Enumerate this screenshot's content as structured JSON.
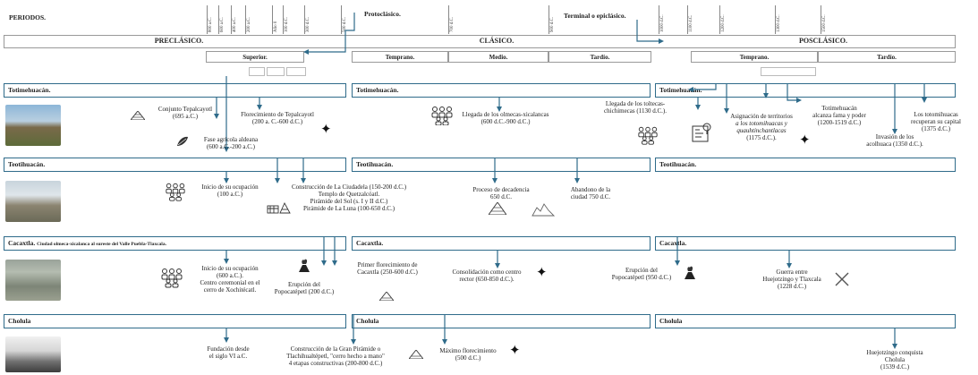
{
  "header": {
    "periodos": "PERIODOS.",
    "preclasico": "PRECLÁSICO.",
    "clasico": "CLÁSICO.",
    "posclasico": "POSCLÁSICO.",
    "superior": "Superior.",
    "temprano_cl": "Temprano.",
    "medio": "Medio.",
    "tardio_cl": "Tardío.",
    "temprano_pc": "Temprano.",
    "tardio_pc": "Tardío.",
    "protoclasico": "Protoclásico.",
    "terminal": "Terminal o epiclásico.",
    "years": [
      "800 a.C.",
      "600 a.C.",
      "400 a.C.",
      "200 a.C.",
      "Año 0",
      "100 d.C.",
      "300 d.C.",
      "500 d.C.",
      "700 d.C.",
      "900 d.C.",
      "1000 d.C.",
      "1100 d.C.",
      "1200 d.C.",
      "1300 d.C.",
      "1500 d.C."
    ]
  },
  "sections": [
    {
      "name": "Totimehuacán.",
      "detail": ""
    },
    {
      "name": "Teotihuacán.",
      "detail": ""
    },
    {
      "name": "Cacaxtla.",
      "detail": "Ciudad olmeca-xicalanca al sureste del Valle Puebla-Tlaxcala."
    },
    {
      "name": "Cholula",
      "detail": ""
    }
  ],
  "sub_headers": {
    "toti": "Totimehuacán.",
    "teoti": "Teotihuacán.",
    "caca": "Cacaxtla.",
    "cholula": "Cholula"
  },
  "events": {
    "toti": {
      "e1": [
        "Conjunto Tepalcayotl",
        "(695 a.C.)"
      ],
      "e2": [
        "Fase agrícola aldeana",
        "(600 a.C.-200 a.C.)"
      ],
      "e3": [
        "Florecimiento de Tepalcayotl",
        "(200 a. C.-600 d.C.)"
      ],
      "e4": [
        "Llegada de los olmecas-xicalancas",
        "(600 d.C.-900 d.C.)"
      ],
      "e5": [
        "Llegada de los toltecas-",
        "chichimecas (1130 d.C.)."
      ],
      "e6": [
        "Asignación de territorios",
        "a los totomihuacas y",
        "quauhtinchantlacas",
        "(1175 d.C.)."
      ],
      "e7": [
        "Totimehuacán",
        "alcanza fama y poder",
        "(1200-1519 d.C.)"
      ],
      "e8": [
        "Invasión de los",
        "acolhuaca (1350 d.C.)."
      ],
      "e9": [
        "Los totomihuacas",
        "recuperan su capital",
        "(1375 d.C.)"
      ]
    },
    "teoti": {
      "e1": [
        "Inicio de su ocupación",
        "(100 a.C.)"
      ],
      "e2": [
        "Construcción de La Ciudadela (150-200 d.C.)",
        "Templo de Quetzalcóatl.",
        "Pirámide del Sol (s. I y II d.C.)",
        "Pirámide de La Luna (100-650 d.C.)"
      ],
      "e3": [
        "Proceso de decadencia",
        "650 d.C."
      ],
      "e4": [
        "Abandono de la",
        "ciudad 750 d.C."
      ]
    },
    "caca": {
      "e1": [
        "Inicio de su ocupación",
        "(600 a.C.).",
        "Centro ceremonial en el",
        "cerro de Xochitécatl."
      ],
      "e2": [
        "Erupción del",
        "Popocatépetl (200 d.C.)"
      ],
      "e3": [
        "Primer florecimiento de",
        "Cacaxtla (250-600 d.C.)"
      ],
      "e4": [
        "Consolidación como centro",
        "rector (650-850 d.C.)."
      ],
      "e5": [
        "Erupción del",
        "Popocatépetl (950 d.C.)"
      ],
      "e6": [
        "Guerra entre",
        "Huejotzingo y Tlaxcala",
        "(1228 d.C.)"
      ]
    },
    "cholula": {
      "e1": [
        "Fundación desde",
        "el siglo VI a.C."
      ],
      "e2": [
        "Construcción de la Gran Pirámide o",
        "Tlachihualtépetl, \"cerro hecho a mano\"",
        "4 etapas constructivas (200-800 d.C.)"
      ],
      "e3": [
        "Máximo florecimiento",
        "(500 d.C.)"
      ],
      "e4": [
        "Huejotzingo conquista",
        "Cholula",
        "(1539 d.C.)"
      ]
    }
  },
  "icons": [
    "pyramid-icon",
    "leaf-icon",
    "people-icon",
    "star-icon",
    "volcano-icon",
    "crossed-swords-icon",
    "map-icon",
    "ruins-icon"
  ],
  "colors": {
    "accent": "#2f6b8a",
    "border": "#555555"
  }
}
